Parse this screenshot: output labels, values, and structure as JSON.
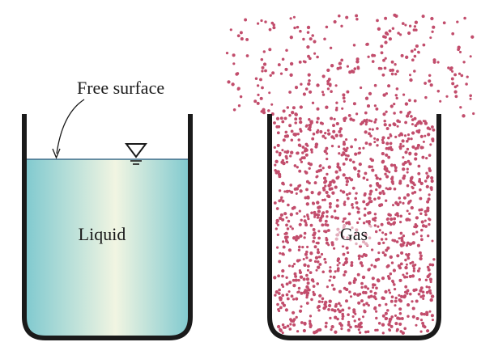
{
  "labels": {
    "free_surface": "Free surface",
    "liquid": "Liquid",
    "gas": "Gas"
  },
  "colors": {
    "container": "#1a1a1a",
    "liquid_edge": "#7fc9cf",
    "liquid_center": "#f1f5e2",
    "surface_line": "#3d6d8a",
    "gas_particle": "#c24d6c"
  },
  "icons": {
    "surface_marker": "inverted-triangle-free-surface-symbol"
  }
}
